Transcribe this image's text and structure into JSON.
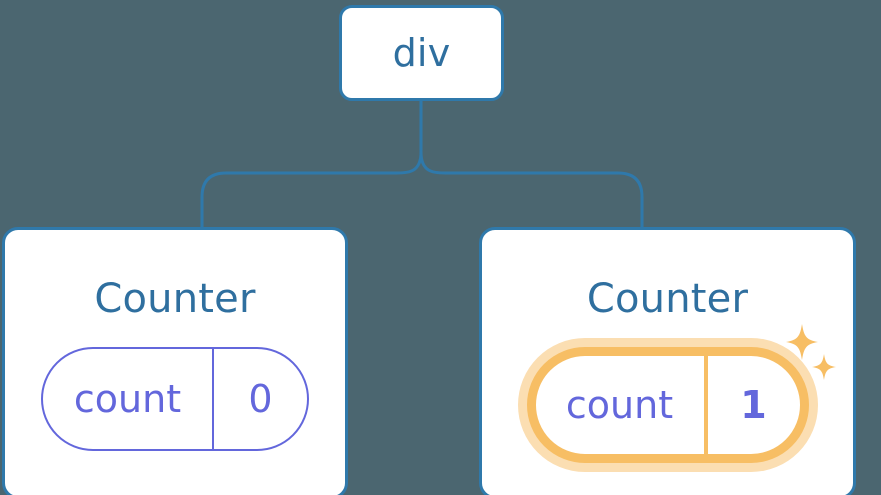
{
  "diagram": {
    "type": "component-tree",
    "background_color": "#4b6670",
    "edge_color": "#2f79ab",
    "node_border_color": "#2f79ab",
    "node_title_color": "#2f6f9f",
    "state_color": "#6367dc",
    "highlight_color": "#f7be64",
    "highlight_glow_color": "#fbdeb2"
  },
  "root": {
    "label": "div"
  },
  "children": [
    {
      "title": "Counter",
      "state": {
        "key": "count",
        "value": "0"
      },
      "highlighted": false,
      "sparkle": false
    },
    {
      "title": "Counter",
      "state": {
        "key": "count",
        "value": "1"
      },
      "highlighted": true,
      "sparkle": true
    }
  ],
  "icons": {
    "sparkle_large": "sparkle-icon",
    "sparkle_small": "sparkle-icon"
  }
}
